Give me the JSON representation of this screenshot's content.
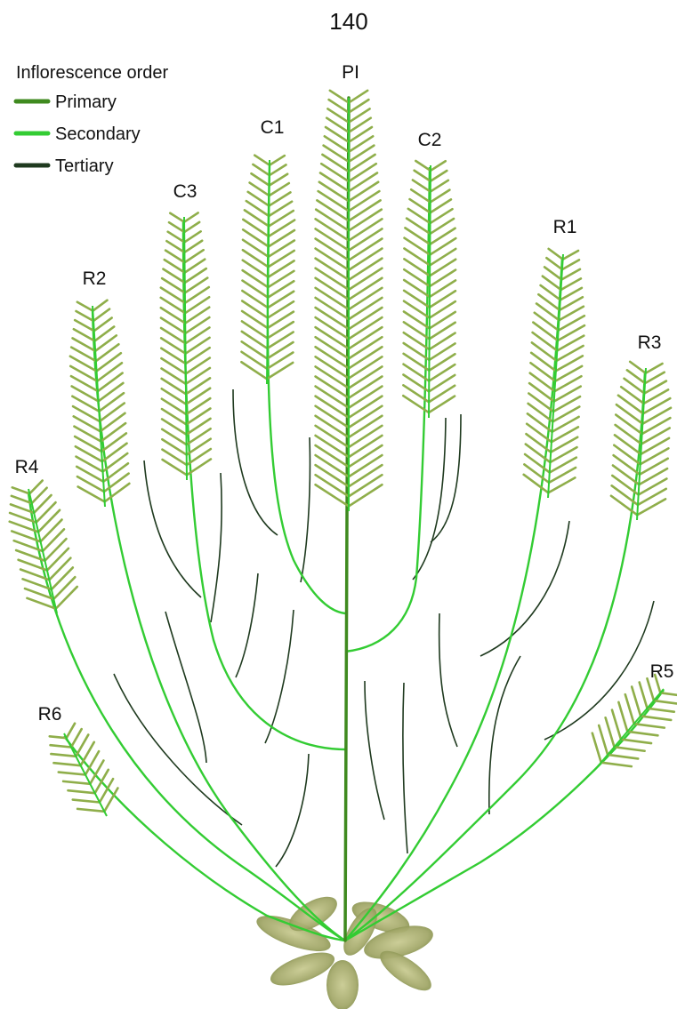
{
  "title": "140",
  "colors": {
    "primary": "#3f8a1f",
    "secondary": "#33cc33",
    "tertiary": "#1f3a1f",
    "floret": "#8fae4a",
    "rosette": "#a3a86a",
    "rosette_dark": "#7d8a45",
    "text": "#111111"
  },
  "legend": {
    "title": "Inflorescence order",
    "items": [
      {
        "label": "Primary",
        "color": "#3f8a1f"
      },
      {
        "label": "Secondary",
        "color": "#33cc33"
      },
      {
        "label": "Tertiary",
        "color": "#1f3a1f"
      }
    ]
  },
  "branches": [
    {
      "id": "pi",
      "label": "PI",
      "order": "primary"
    },
    {
      "id": "c1",
      "label": "C1",
      "order": "secondary"
    },
    {
      "id": "c2",
      "label": "C2",
      "order": "secondary"
    },
    {
      "id": "c3",
      "label": "C3",
      "order": "secondary"
    },
    {
      "id": "r1",
      "label": "R1",
      "order": "secondary"
    },
    {
      "id": "r2",
      "label": "R2",
      "order": "secondary"
    },
    {
      "id": "r3",
      "label": "R3",
      "order": "secondary"
    },
    {
      "id": "r4",
      "label": "R4",
      "order": "secondary"
    },
    {
      "id": "r5",
      "label": "R5",
      "order": "secondary"
    },
    {
      "id": "r6",
      "label": "R6",
      "order": "secondary"
    }
  ]
}
